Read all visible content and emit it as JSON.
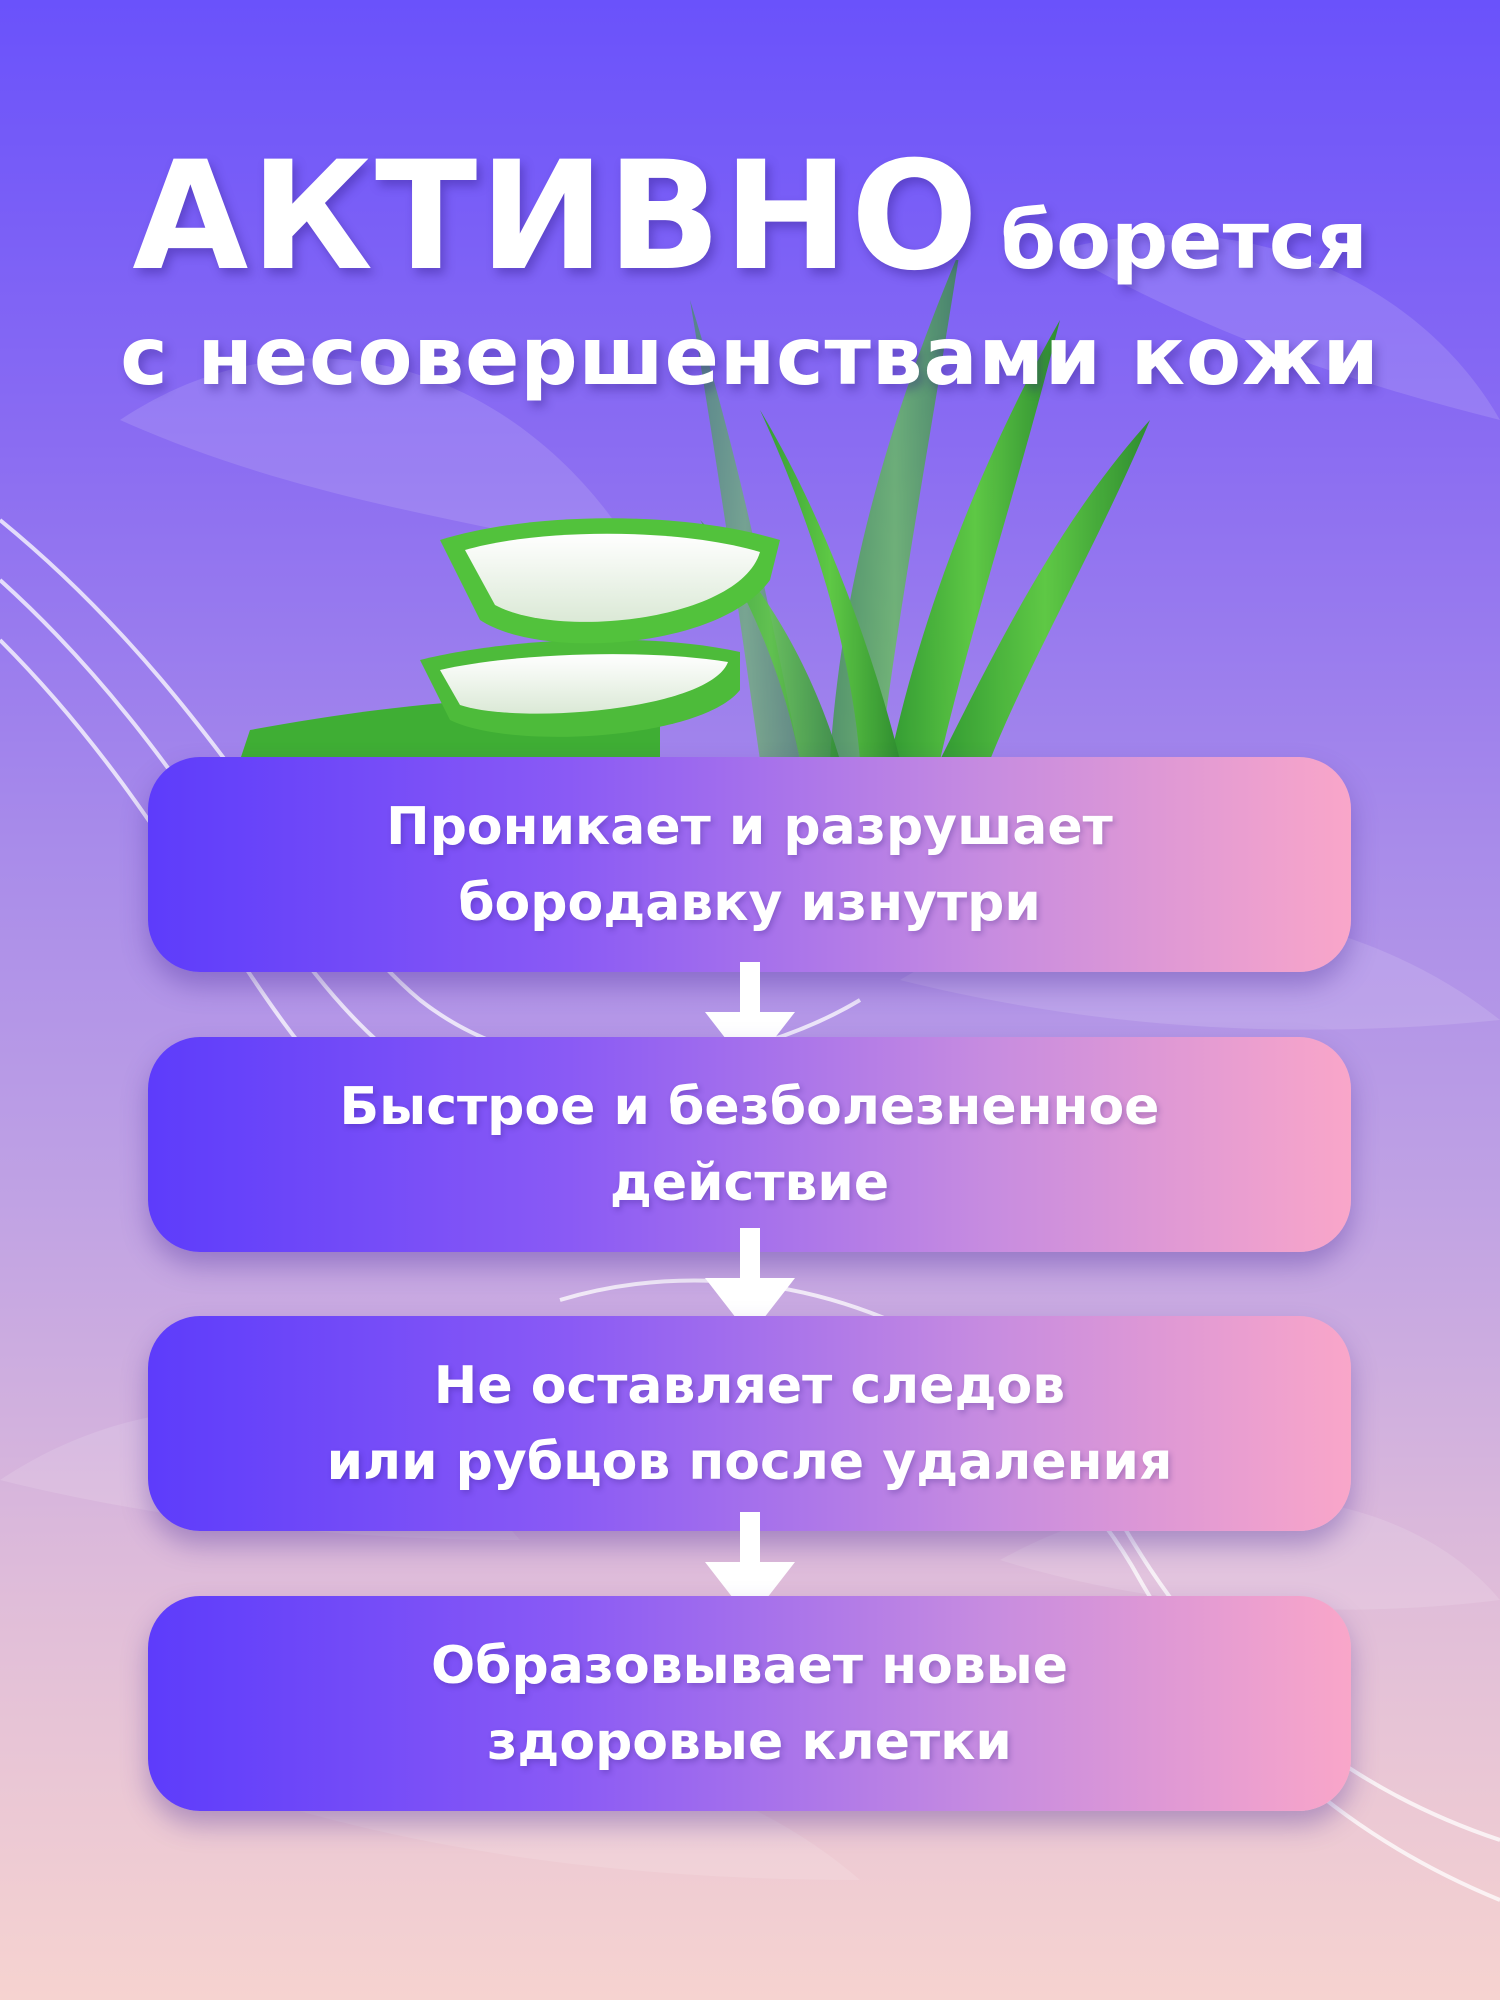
{
  "headline": {
    "big": "АКТИВНО",
    "small": "борется",
    "line2": "с несовершенствами кожи"
  },
  "steps": [
    {
      "text": "Проникает и разрушает\nбородавку изнутри"
    },
    {
      "text": "Быстрое и безболезненное\nдействие"
    },
    {
      "text": "Не оставляет следов\nили рубцов после удаления"
    },
    {
      "text": "Образовывает новые\nздоровые клетки"
    }
  ],
  "colors": {
    "step_gradient_start": "#5d3cfb",
    "step_gradient_end": "#f9a6c9",
    "background_top": "#6a52fb",
    "background_bottom": "#f6d3d0",
    "text": "#ffffff"
  },
  "icons": [
    "aloe-vera-illustration",
    "arrow-down-icon"
  ]
}
